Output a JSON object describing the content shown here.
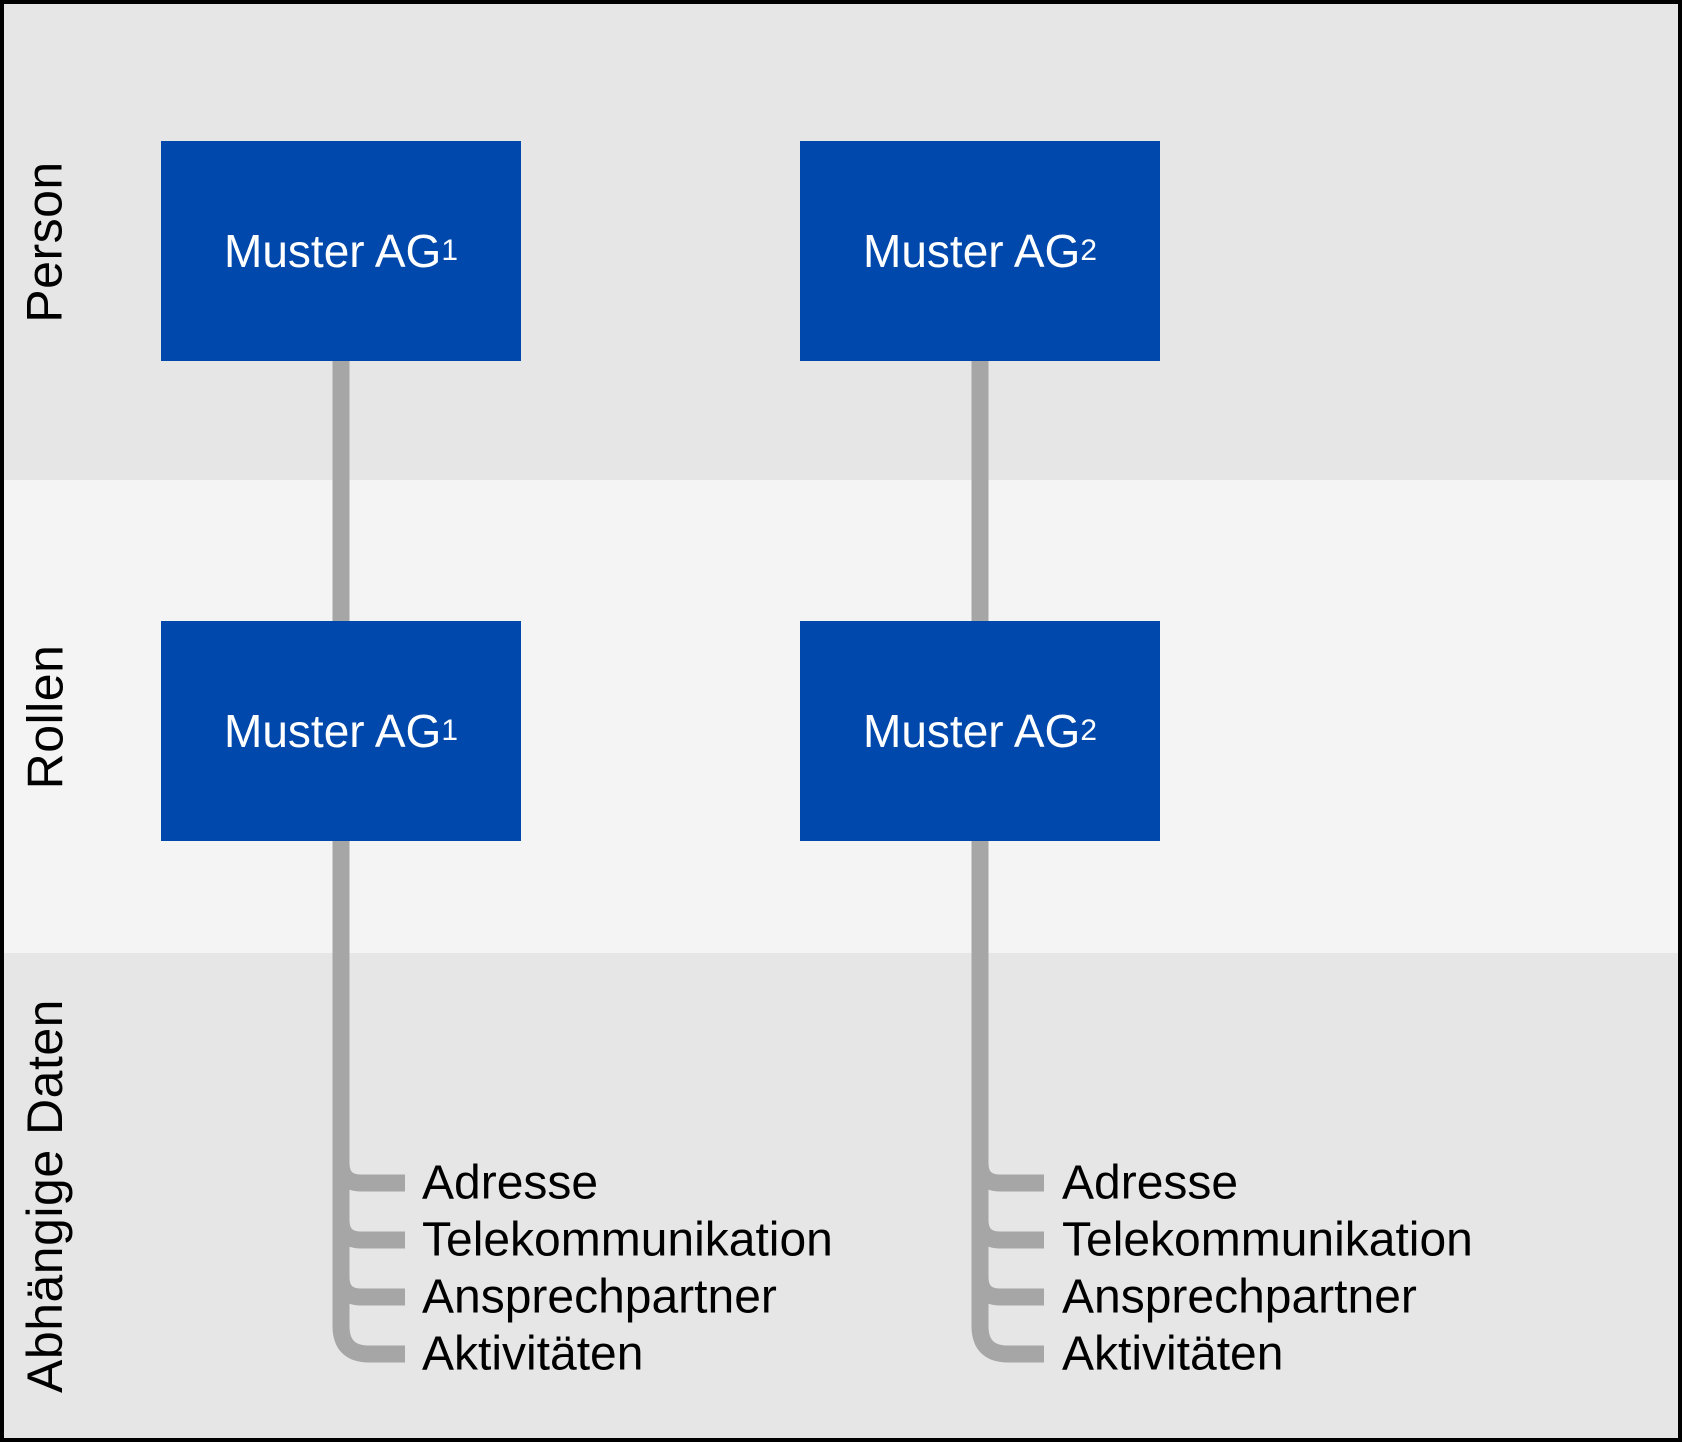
{
  "diagram": {
    "bands": [
      {
        "label": "Person"
      },
      {
        "label": "Rollen"
      },
      {
        "label": "Abhängige Daten"
      }
    ],
    "columns": [
      {
        "person_box": {
          "label": "Muster AG",
          "subscript": "1"
        },
        "rollen_box": {
          "label": "Muster AG",
          "subscript": "1"
        },
        "dependents": [
          "Adresse",
          "Telekommunikation",
          "Ansprechpartner",
          "Aktivitäten"
        ]
      },
      {
        "person_box": {
          "label": "Muster AG",
          "subscript": "2"
        },
        "rollen_box": {
          "label": "Muster AG",
          "subscript": "2"
        },
        "dependents": [
          "Adresse",
          "Telekommunikation",
          "Ansprechpartner",
          "Aktivitäten"
        ]
      }
    ]
  },
  "colors": {
    "box-blue": "#0048AC",
    "box-text": "#FFFFFF",
    "connector-gray": "#A6A6A6",
    "band-dark": "#E6E6E6",
    "band-light": "#F4F4F4",
    "label-black": "#000000",
    "border-black": "#000000"
  }
}
